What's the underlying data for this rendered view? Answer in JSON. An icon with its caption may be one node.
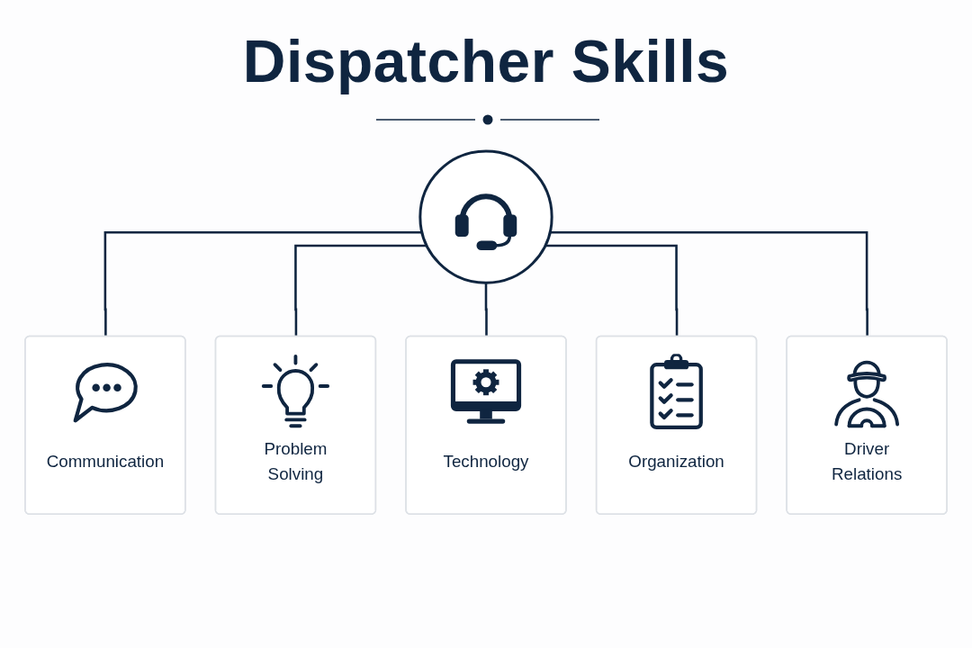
{
  "diagram": {
    "title": "Dispatcher Skills",
    "nodes": [
      {
        "text": [],
        "shape": "circle"
      },
      {
        "text": [
          "Communication"
        ]
      },
      {
        "text": [
          "Problem Solving"
        ]
      },
      {
        "text": [
          "Technology"
        ]
      },
      {
        "text": [
          "Organization"
        ]
      },
      {
        "text": [
          "Driver Relations"
        ]
      }
    ],
    "edges": [
      {
        "from": 0,
        "to": 1,
        "arrow": "none"
      },
      {
        "from": 0,
        "to": 2,
        "arrow": "none"
      },
      {
        "from": 0,
        "to": 3,
        "arrow": "none"
      },
      {
        "from": 0,
        "to": 4,
        "arrow": "none"
      },
      {
        "from": 0,
        "to": 5,
        "arrow": "none"
      }
    ]
  }
}
